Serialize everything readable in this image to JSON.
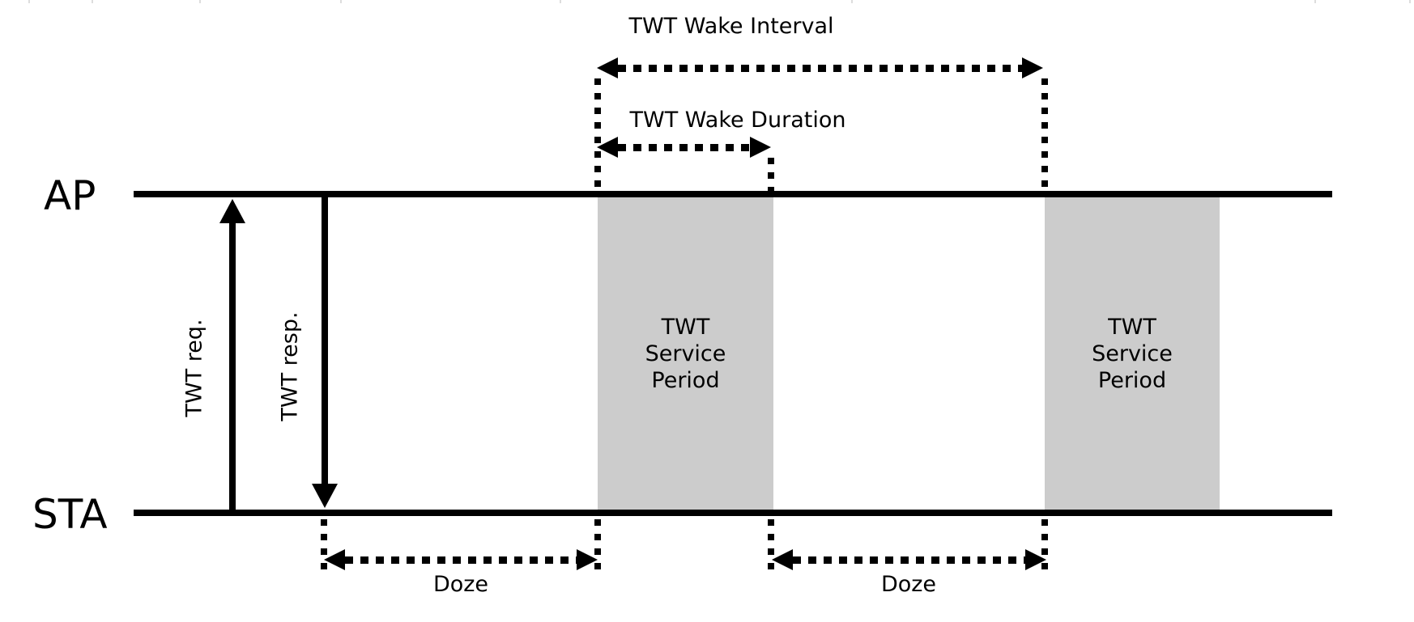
{
  "colors": {
    "background": "#ffffff",
    "ink": "#000000",
    "service_period_fill": "#cccccc",
    "edge_artifact": "#dddddd"
  },
  "actors": {
    "ap_label": "AP",
    "sta_label": "STA"
  },
  "messages": {
    "request_label": "TWT req.",
    "response_label": "TWT resp."
  },
  "annotations": {
    "wake_interval_label": "TWT Wake Interval",
    "wake_duration_label": "TWT Wake Duration",
    "doze_left_label": "Doze",
    "doze_right_label": "Doze"
  },
  "service_periods": [
    {
      "label": "TWT\nService\nPeriod"
    },
    {
      "label": "TWT\nService\nPeriod"
    }
  ]
}
